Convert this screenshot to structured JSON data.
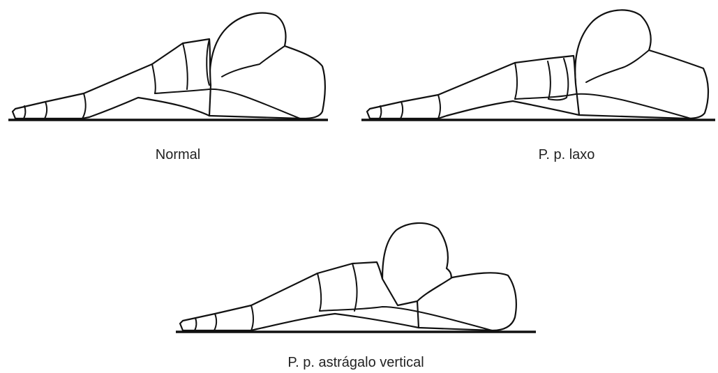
{
  "figures": [
    {
      "id": "normal",
      "caption": "Normal"
    },
    {
      "id": "flexible-flatfoot",
      "caption": "P. p. laxo"
    },
    {
      "id": "vertical-talus",
      "caption": "P. p. astrágalo vertical"
    }
  ],
  "colors": {
    "line": "#111111",
    "background": "#ffffff",
    "text": "#222222"
  }
}
